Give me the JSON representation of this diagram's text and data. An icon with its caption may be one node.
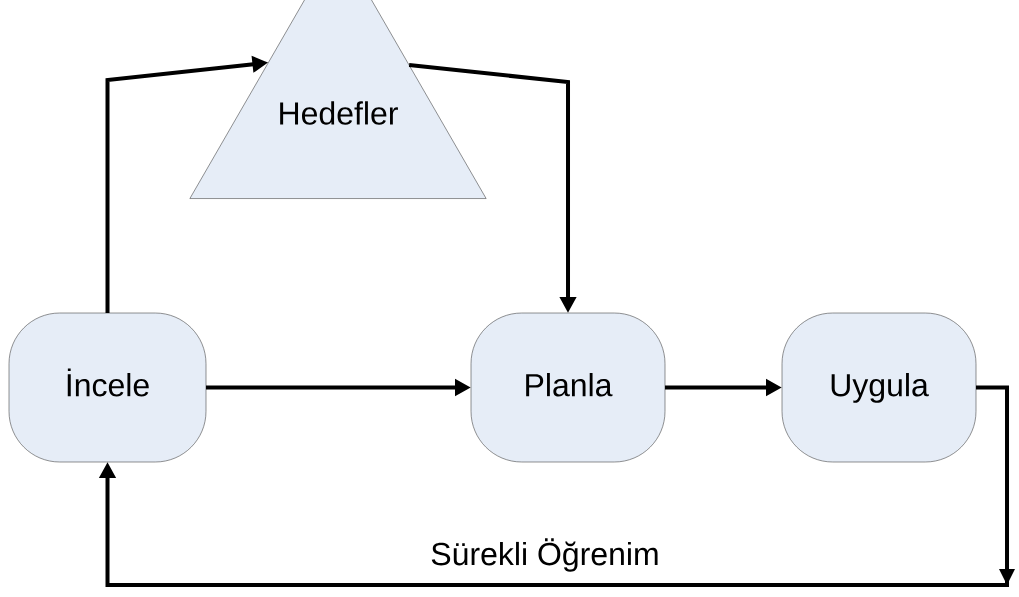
{
  "diagram": {
    "nodes": [
      {
        "text": [
          "İncele"
        ]
      },
      {
        "text": [
          "Hedefler"
        ]
      },
      {
        "text": [
          "Planla"
        ]
      },
      {
        "text": [
          "Uygula"
        ]
      }
    ],
    "edges": [
      {
        "from": 0,
        "to": 1,
        "arrow": "to"
      },
      {
        "from": 1,
        "to": 2,
        "arrow": "to"
      },
      {
        "from": 0,
        "to": 2,
        "arrow": "to"
      },
      {
        "from": 2,
        "to": 3,
        "arrow": "to"
      },
      {
        "from": 3,
        "to": 0,
        "arrow": "to",
        "label": "Sürekli Öğrenim"
      }
    ]
  }
}
